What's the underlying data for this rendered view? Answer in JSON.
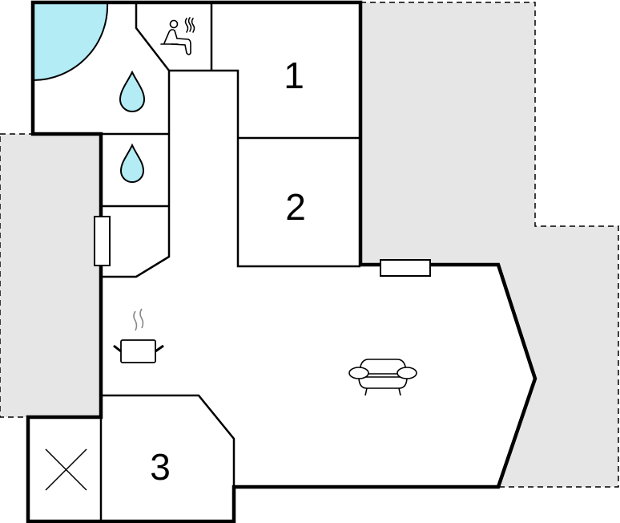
{
  "rooms": {
    "room_1_label": "1",
    "room_2_label": "2",
    "room_3_label": "3"
  },
  "colors": {
    "outdoor_area": "#e6e6e6",
    "water": "#b3ecf5",
    "wall": "#000000",
    "steam": "#888888"
  },
  "icons": [
    "pool",
    "sauna-icon",
    "water-drop-icon",
    "water-drop-icon",
    "cooking-pot-icon",
    "armchair-icon",
    "stairs-void-cross",
    "window",
    "window"
  ]
}
